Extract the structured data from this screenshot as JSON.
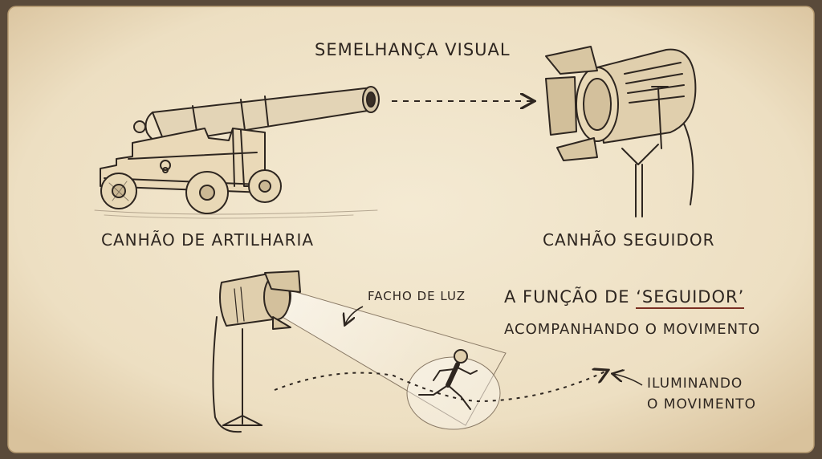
{
  "colors": {
    "paper": "#efe3c8",
    "ink": "#2e2620",
    "accent": "#7a2e22"
  },
  "title": "SEMELHANÇA VISUAL",
  "items": {
    "cannon_label": "CANHÃO DE ARTILHARIA",
    "spotlight_label": "CANHÃO SEGUIDOR"
  },
  "beam_label": "FACHO DE LUZ",
  "function": {
    "prefix": "A FUNÇÃO DE ",
    "emphasis": "‘SEGUIDOR’",
    "line2": "ACOMPANHANDO O MOVIMENTO"
  },
  "illumination": {
    "line1": "ILUMINANDO",
    "line2": "O MOVIMENTO"
  },
  "icons": [
    "artillery-cannon-icon",
    "spotlight-icon",
    "follow-spot-icon",
    "running-person-icon"
  ]
}
